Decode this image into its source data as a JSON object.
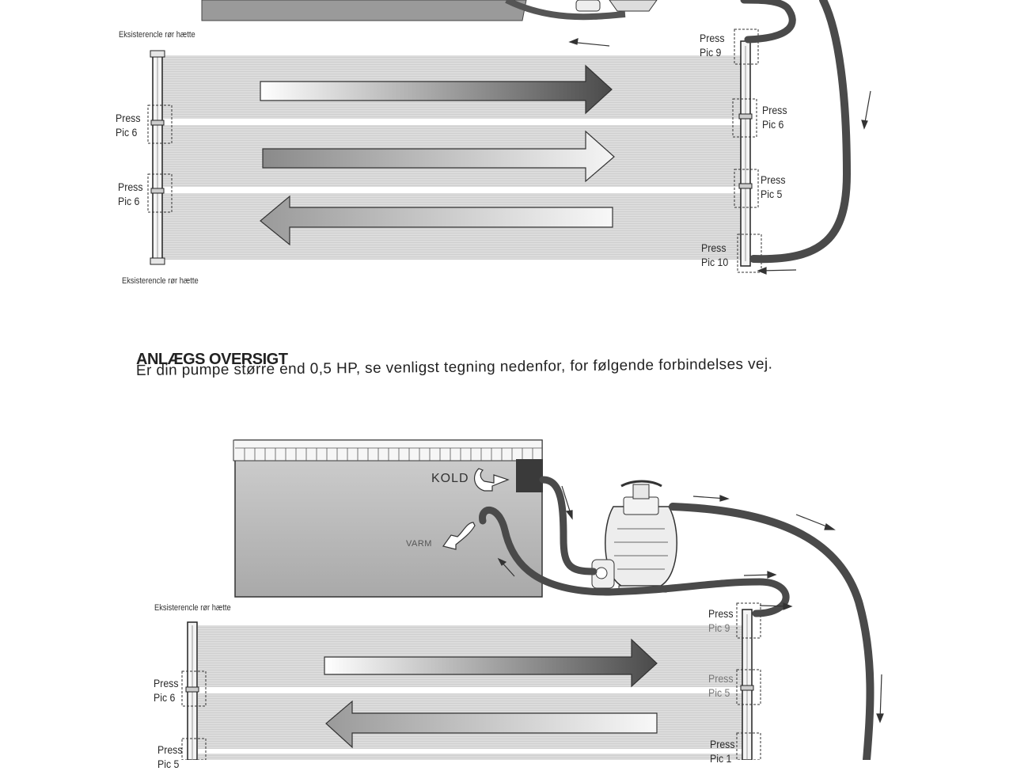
{
  "top_diagram": {
    "caption_top": "Eksisterencle rør hætte",
    "caption_bottom": "Eksisterencle rør hætte",
    "left_labels": [
      {
        "line1": "Press",
        "line2": "Pic 6"
      },
      {
        "line1": "Press",
        "line2": "Pic 6"
      }
    ],
    "right_labels": [
      {
        "line1": "Press",
        "line2": "Pic 9"
      },
      {
        "line1": "Press",
        "line2": "Pic 6"
      },
      {
        "line1": "Press",
        "line2": "Pic 5"
      },
      {
        "line1": "Press",
        "line2": "Pic 10"
      }
    ]
  },
  "section": {
    "heading": "ANLÆGS OVERSIGT",
    "text": "Er din pumpe større end 0,5 HP, se venligst tegning nedenfor, for følgende forbindelses vej."
  },
  "bottom_diagram": {
    "pool": {
      "cold_label": "KOLD",
      "warm_label": "VARM"
    },
    "caption_top": "Eksisterencle rør hætte",
    "left_labels": [
      {
        "line1": "Press",
        "line2": "Pic 6"
      },
      {
        "line1": "Press",
        "line2": "Pic 5"
      }
    ],
    "right_labels": [
      {
        "line1": "Press",
        "line2": "Pic 9"
      },
      {
        "line1": "Press",
        "line2": "Pic 5"
      },
      {
        "line1": "Press",
        "line2": "Pic 1"
      }
    ]
  }
}
